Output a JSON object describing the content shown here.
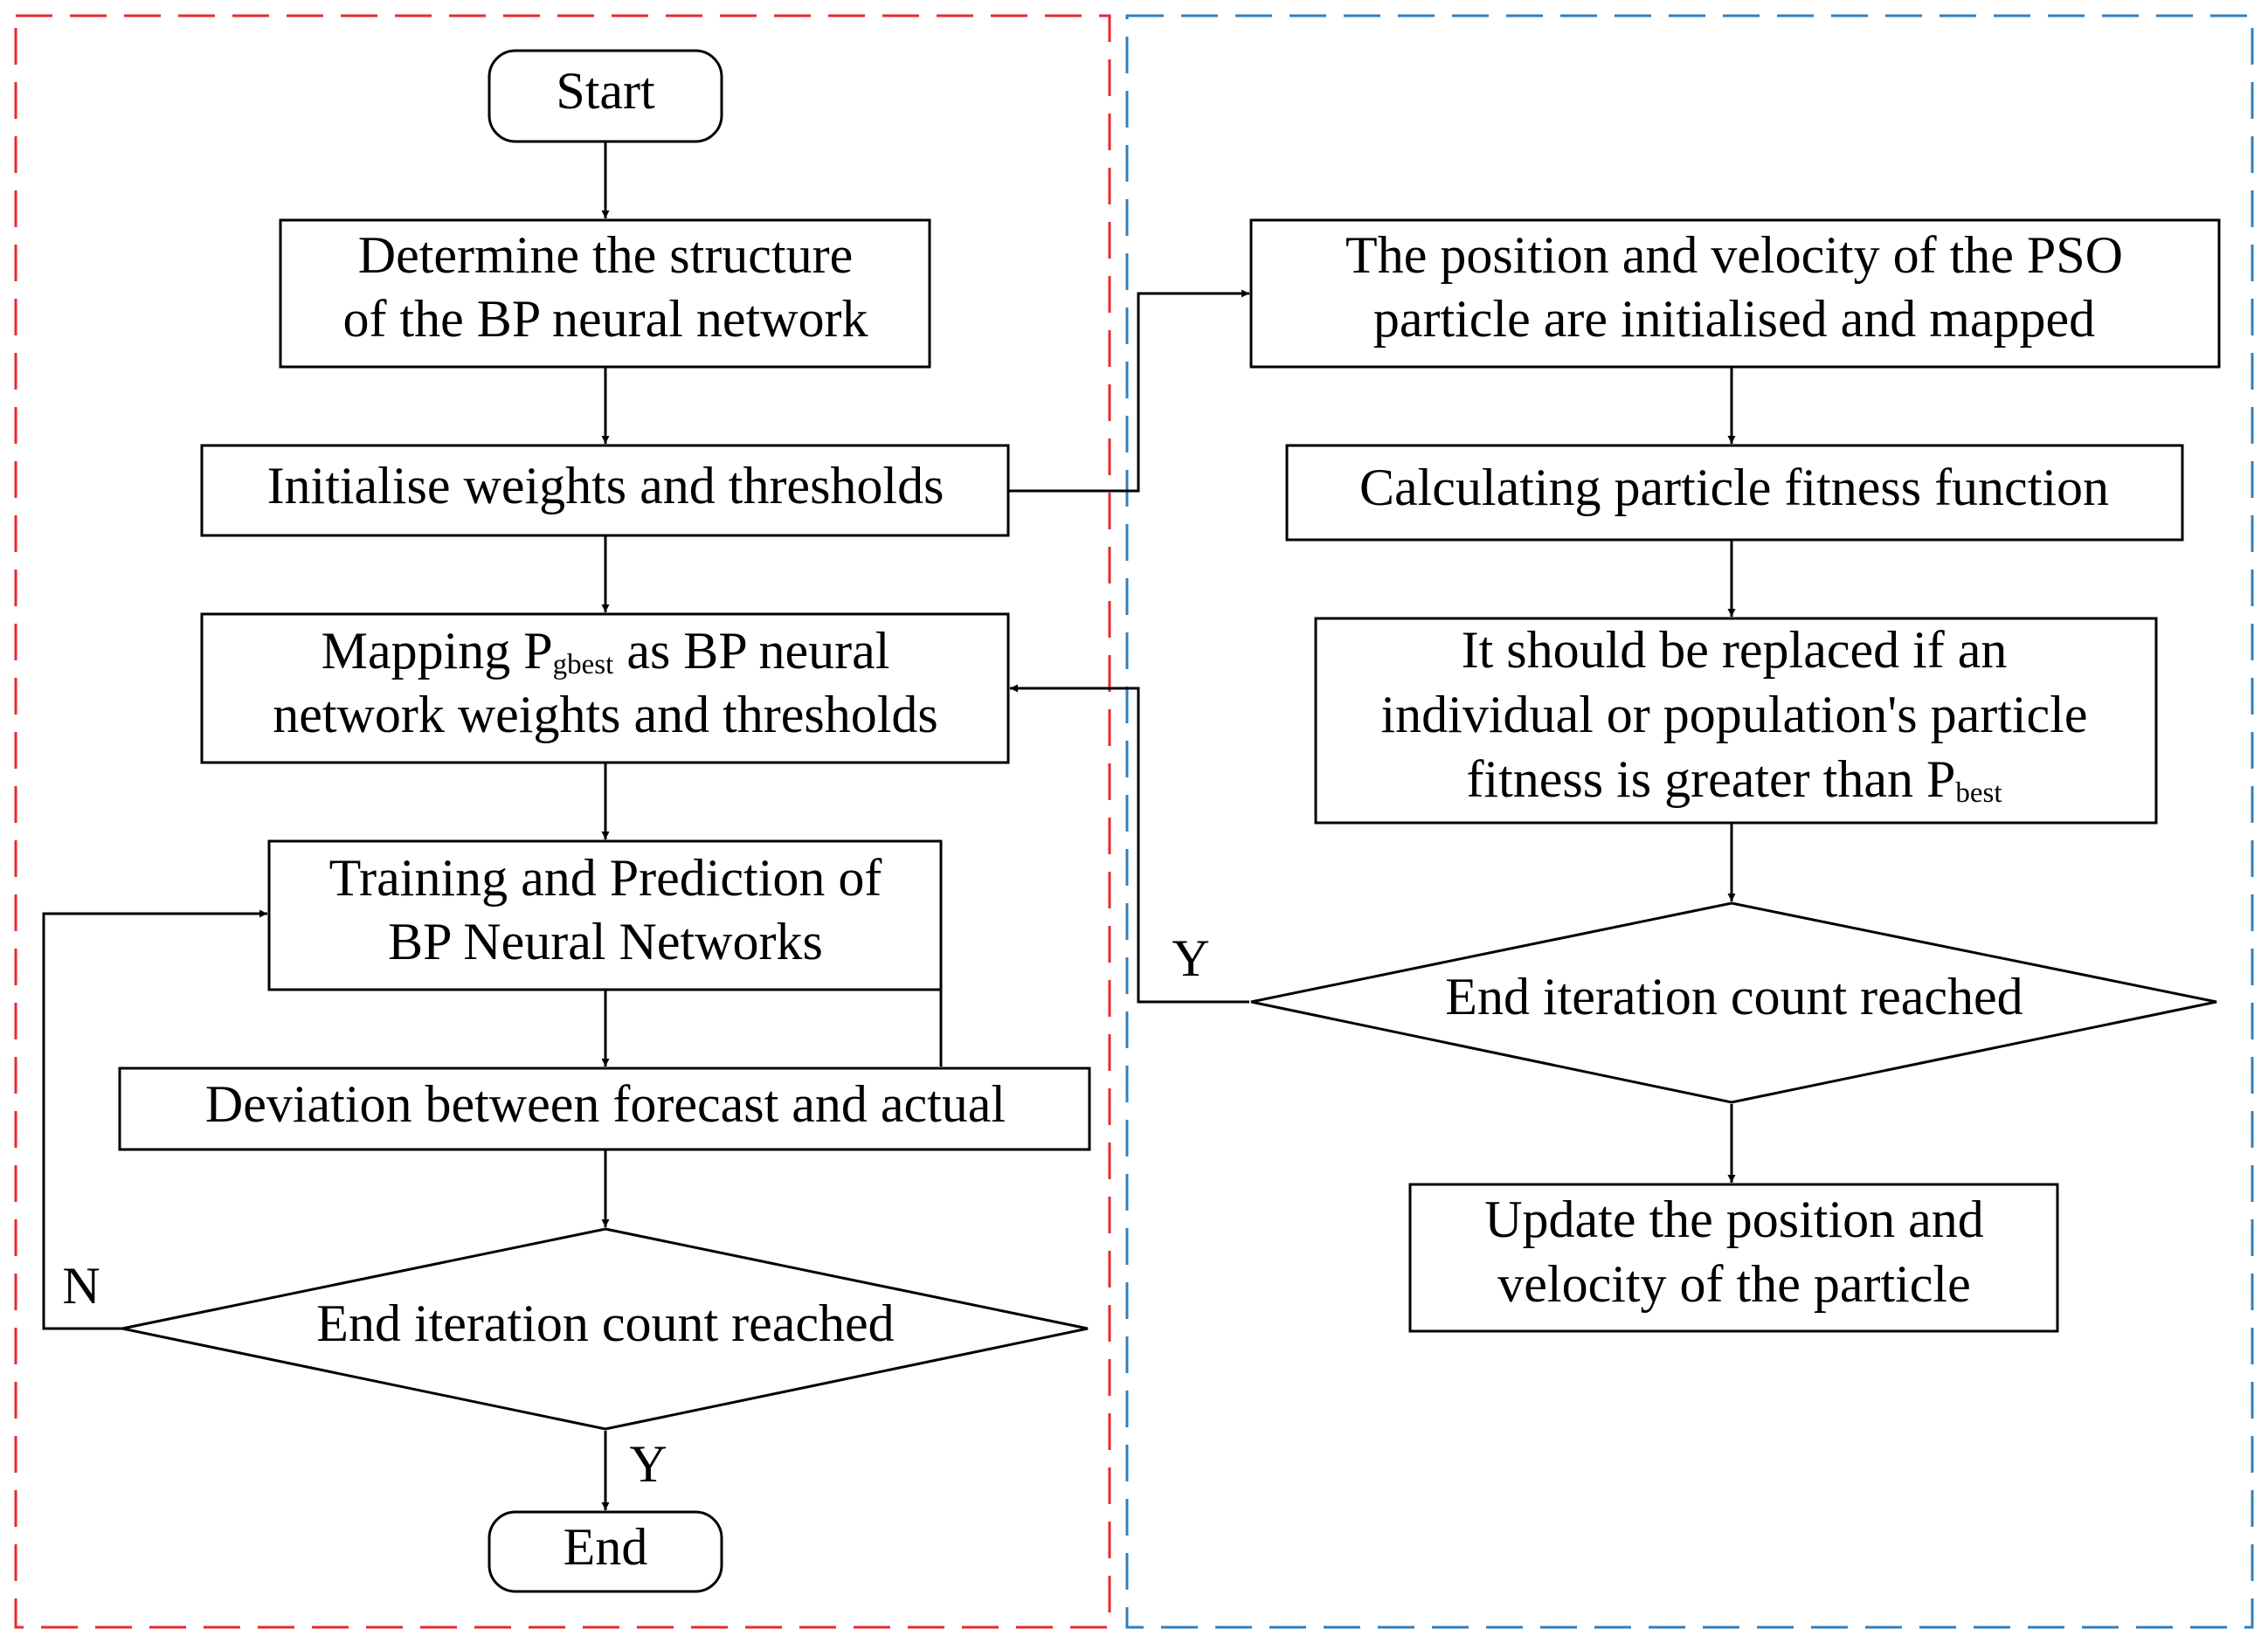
{
  "regions": {
    "bp_color": "#e8292d",
    "pso_color": "#2f7fc1"
  },
  "bp": {
    "start": "Start",
    "determine": [
      "Determine the structure",
      "of the BP neural network"
    ],
    "initialise": "Initialise weights and thresholds",
    "mapping_line1_pre": "Mapping P",
    "mapping_line1_sub": "gbest",
    "mapping_line1_post": " as BP neural",
    "mapping_line2": "network weights and thresholds",
    "training": [
      "Training and Prediction of",
      "BP Neural Networks"
    ],
    "deviation": "Deviation between forecast and actual",
    "decision": "End iteration count reached",
    "no_label": "N",
    "yes_label": "Y",
    "end": "End"
  },
  "pso": {
    "init": [
      "The position and velocity of the PSO",
      "particle are initialised and mapped"
    ],
    "fitness": "Calculating particle fitness function",
    "replace_line1": "It should be replaced if an",
    "replace_line2": "individual or population's particle",
    "replace_line3_pre": "fitness is greater than P",
    "replace_line3_sub": "best",
    "decision": "End iteration count reached",
    "yes_label": "Y",
    "update": [
      "Update the position and",
      "velocity of the particle"
    ]
  }
}
